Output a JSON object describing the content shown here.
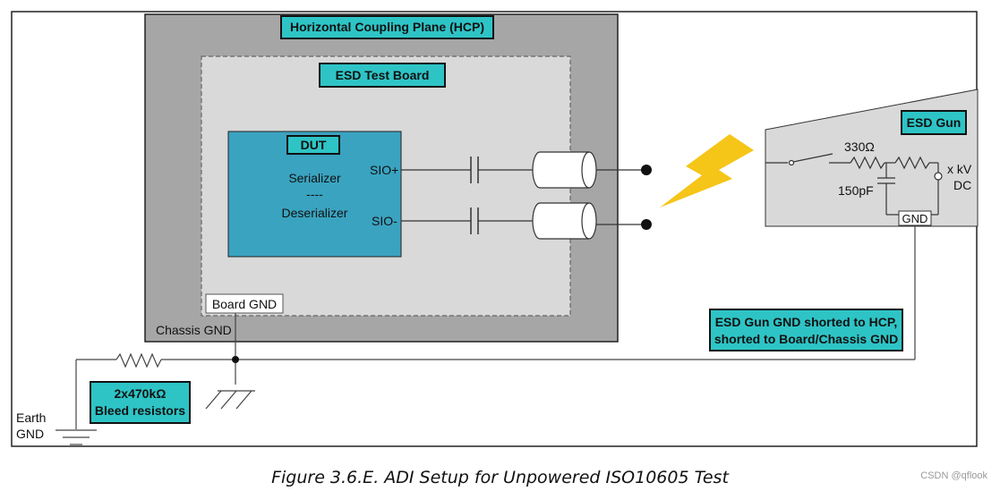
{
  "hcp": {
    "title": "Horizontal Coupling Plane (HCP)"
  },
  "board": {
    "title": "ESD Test Board",
    "gnd_label": "Board GND"
  },
  "dut": {
    "title": "DUT",
    "line1": "Serializer",
    "line2": "----",
    "line3": "Deserializer",
    "sio_plus": "SIO+",
    "sio_minus": "SIO-"
  },
  "chassis": {
    "label": "Chassis GND"
  },
  "esd_gun": {
    "title": "ESD Gun",
    "resistor": "330Ω",
    "capacitor": "150pF",
    "voltage_line1": "x kV",
    "voltage_line2": "DC",
    "gnd_label": "GND"
  },
  "note": {
    "line1": "ESD Gun GND shorted to HCP,",
    "line2": "shorted to Board/Chassis GND"
  },
  "bleed": {
    "line1": "2x470kΩ",
    "line2": "Bleed resistors"
  },
  "earth": {
    "line1": "Earth",
    "line2": "GND"
  },
  "caption": "Figure 3.6.E. ADI Setup for Unpowered ISO10605 Test",
  "watermark": "CSDN @qflook",
  "colors": {
    "hcp": "#a6a6a6",
    "board": "#d9d9d9",
    "dut": "#3aa3c0",
    "label_bg": "#2ec4c6",
    "bolt": "#f5c518",
    "gun": "#d9d9d9"
  }
}
